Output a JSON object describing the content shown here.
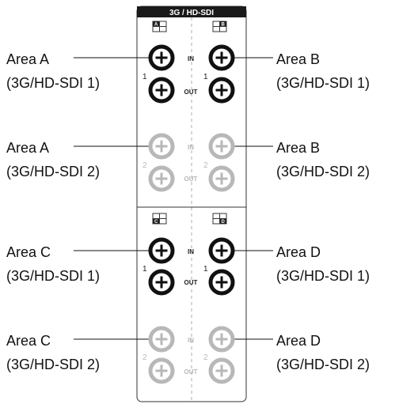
{
  "panel": {
    "header": "3G / HD-SDI",
    "in_label": "IN",
    "out_label": "OUT",
    "group_one": "1",
    "group_two": "2"
  },
  "areas": {
    "a": {
      "badge": "A",
      "line1_label": "Area A",
      "line1_sub": "(3G/HD-SDI 1)",
      "line2_label": "Area A",
      "line2_sub": "(3G/HD-SDI 2)"
    },
    "b": {
      "badge": "B",
      "line1_label": "Area B",
      "line1_sub": "(3G/HD-SDI 1)",
      "line2_label": "Area B",
      "line2_sub": "(3G/HD-SDI 2)"
    },
    "c": {
      "badge": "C",
      "line1_label": "Area C",
      "line1_sub": "(3G/HD-SDI 1)",
      "line2_label": "Area C",
      "line2_sub": "(3G/HD-SDI 2)"
    },
    "d": {
      "badge": "D",
      "line1_label": "Area D",
      "line1_sub": "(3G/HD-SDI 1)",
      "line2_label": "Area D",
      "line2_sub": "(3G/HD-SDI 2)"
    }
  },
  "colors": {
    "active": "#111111",
    "inactive": "#b8b8b8",
    "header_bg": "#1a1a1a"
  }
}
